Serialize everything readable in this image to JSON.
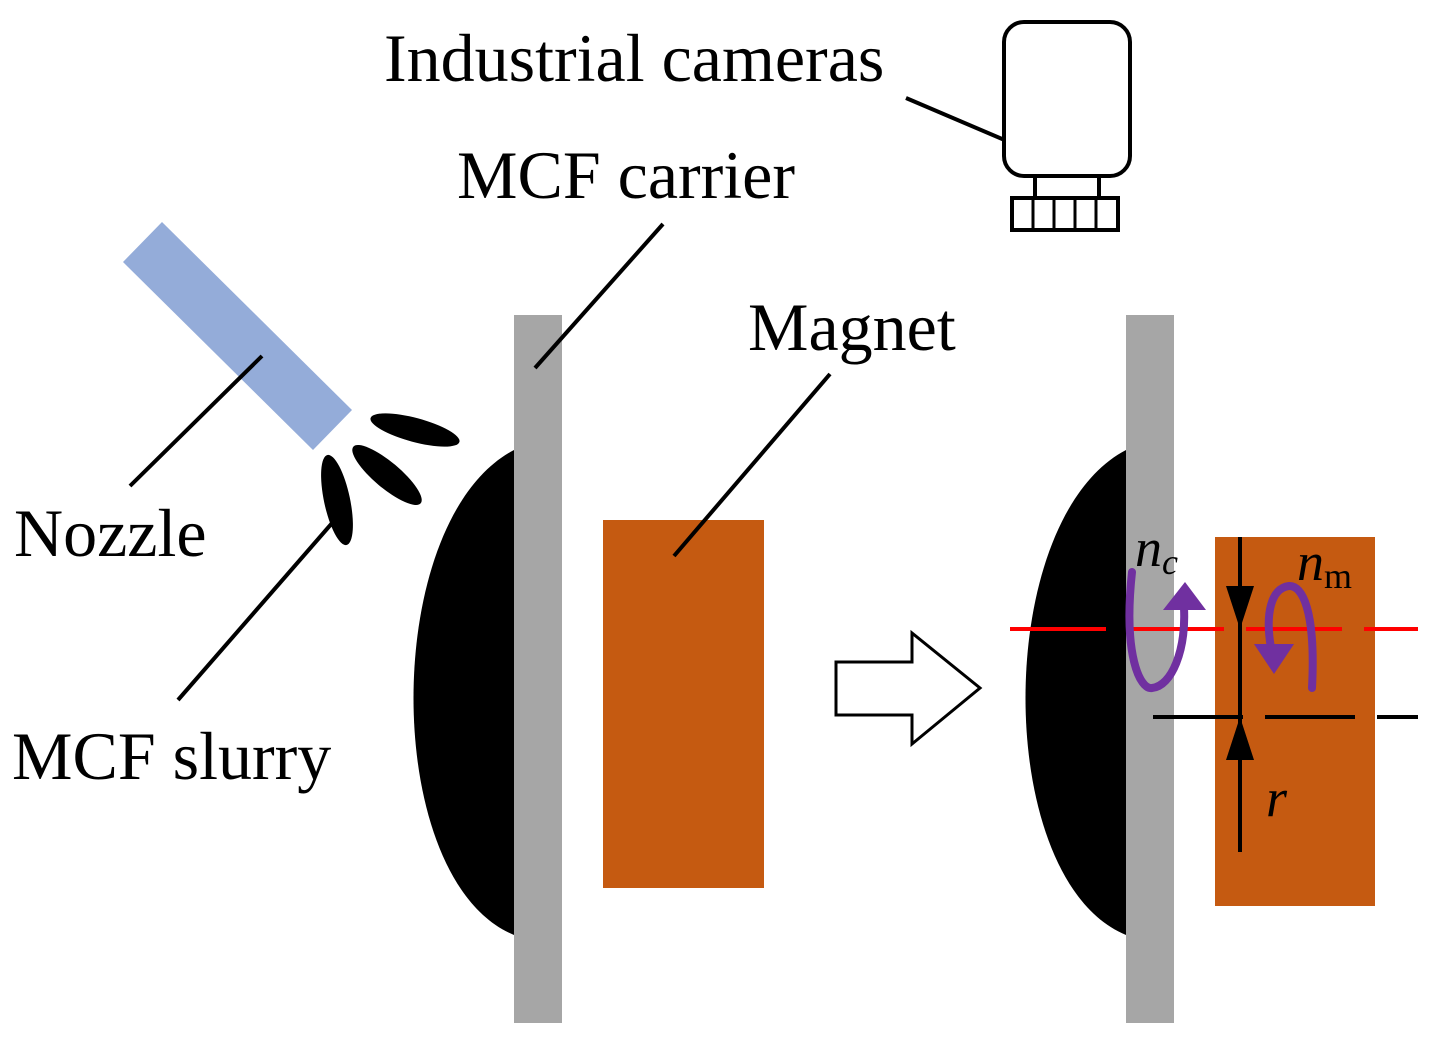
{
  "labels": {
    "industrial_cameras": "Industrial cameras",
    "mcf_carrier": "MCF carrier",
    "magnet": "Magnet",
    "nozzle": "Nozzle",
    "mcf_slurry": "MCF slurry",
    "nc_symbol": "n",
    "nc_subscript": "c",
    "nm_symbol": "n",
    "nm_subscript": "m",
    "r_symbol": "r"
  },
  "colors": {
    "nozzle": "#94acd9",
    "carrier": "#a6a6a6",
    "magnet": "#c55a11",
    "slurry": "#000000",
    "rotation_arrow": "#7030a0",
    "axis_line": "#ff0000",
    "outline": "#000000"
  },
  "icons": {
    "camera": "camera-icon",
    "transition_arrow": "hollow-right-arrow-icon"
  }
}
